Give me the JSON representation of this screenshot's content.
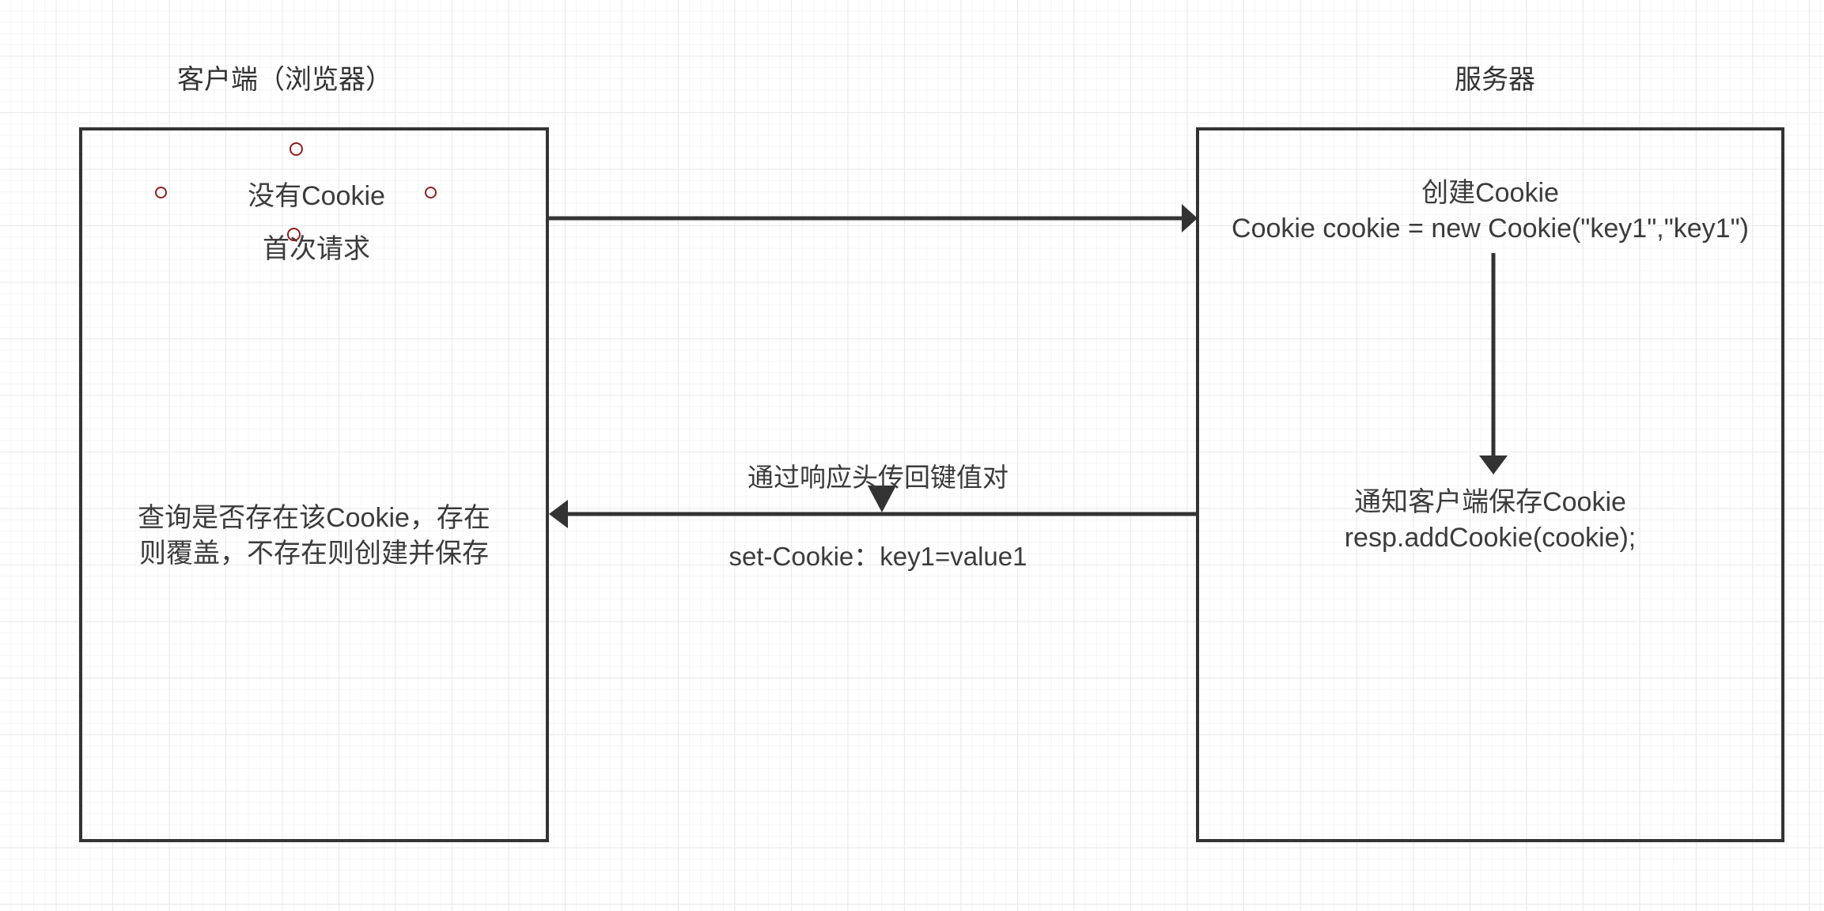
{
  "diagram": {
    "type": "sequence-flow",
    "background": "#ffffff",
    "grid_color": "#eaeaea",
    "stroke_color": "#333333",
    "marker_color": "#8f1d22",
    "client": {
      "title": "客户端（浏览器）",
      "labels": {
        "no_cookie": "没有Cookie",
        "first_request": "首次请求",
        "check_cookie": "查询是否存在该Cookie，存在\n则覆盖，不存在则创建并保存"
      }
    },
    "server": {
      "title": "服务器",
      "labels": {
        "create_cookie_title": "创建Cookie",
        "create_cookie_code": "Cookie cookie = new Cookie(\"key1\",\"key1\")",
        "notify_title": "通知客户端保存Cookie",
        "notify_code": "resp.addCookie(cookie);"
      }
    },
    "arrows": {
      "request": {
        "name": "client-to-server-request",
        "direction": "right"
      },
      "server_internal": {
        "name": "create-to-notify",
        "direction": "down"
      },
      "response": {
        "name": "server-to-client-response",
        "direction": "left",
        "label_top": "通过响应头传回键值对",
        "label_bottom": "set-Cookie：key1=value1"
      }
    }
  }
}
